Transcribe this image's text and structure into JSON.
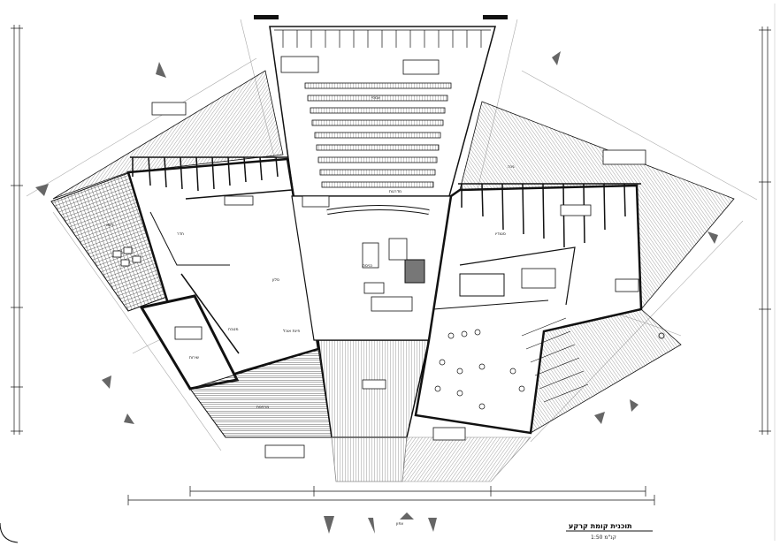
{
  "drawing": {
    "title": "תוכנית קומת קרקע",
    "scale": "1:50 קנ\"מ",
    "compass_label": "צפון"
  },
  "rooms": {
    "sleep": "חדר",
    "living": "סלון",
    "kitchen": "מטבח",
    "dining": "פינת אוכל",
    "studio": "סטודיו",
    "deck": "מרפסת",
    "lawn": "דשא",
    "entry": "כניסה",
    "stairs": "מדרגות",
    "service": "שירות",
    "amphi": "אמפי",
    "east_garden": "גינה"
  },
  "colors": {
    "line": "#111111",
    "hatch": "#555555",
    "paper": "#ffffff"
  }
}
